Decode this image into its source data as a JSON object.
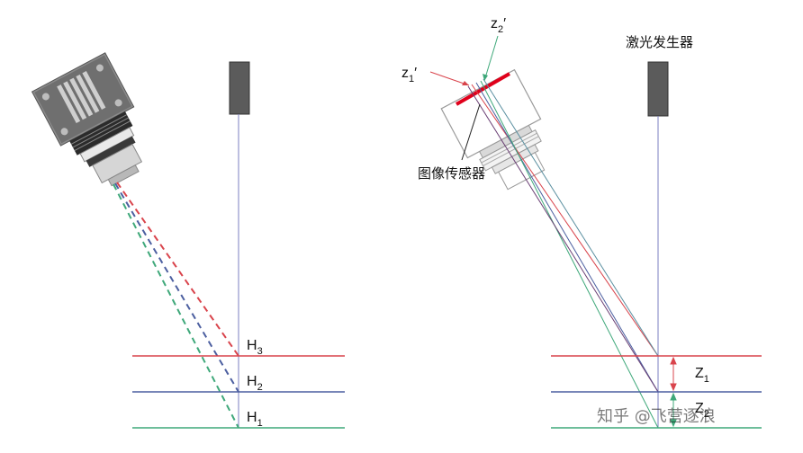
{
  "left_panel": {
    "levels": [
      {
        "main": "H",
        "sub": "3"
      },
      {
        "main": "H",
        "sub": "2"
      },
      {
        "main": "H",
        "sub": "1"
      }
    ]
  },
  "right_panel": {
    "laser_label": "激光发生器",
    "sensor_label": "图像传感器",
    "z1_prime": {
      "main": "z",
      "sub": "1",
      "prime": "′"
    },
    "z2_prime": {
      "main": "z",
      "sub": "2",
      "prime": "′"
    },
    "Z1": {
      "main": "Z",
      "sub": "1"
    },
    "Z2": {
      "main": "Z",
      "sub": "2"
    }
  },
  "watermark": "知乎 @飞营逐浪",
  "colors": {
    "red": "#d9444c",
    "blue": "#4c5fa0",
    "green": "#3fa87a",
    "laser_line": "#7b7fc0",
    "sensor_bar": "#e0001b",
    "device_gray": "#5b5b5b"
  }
}
